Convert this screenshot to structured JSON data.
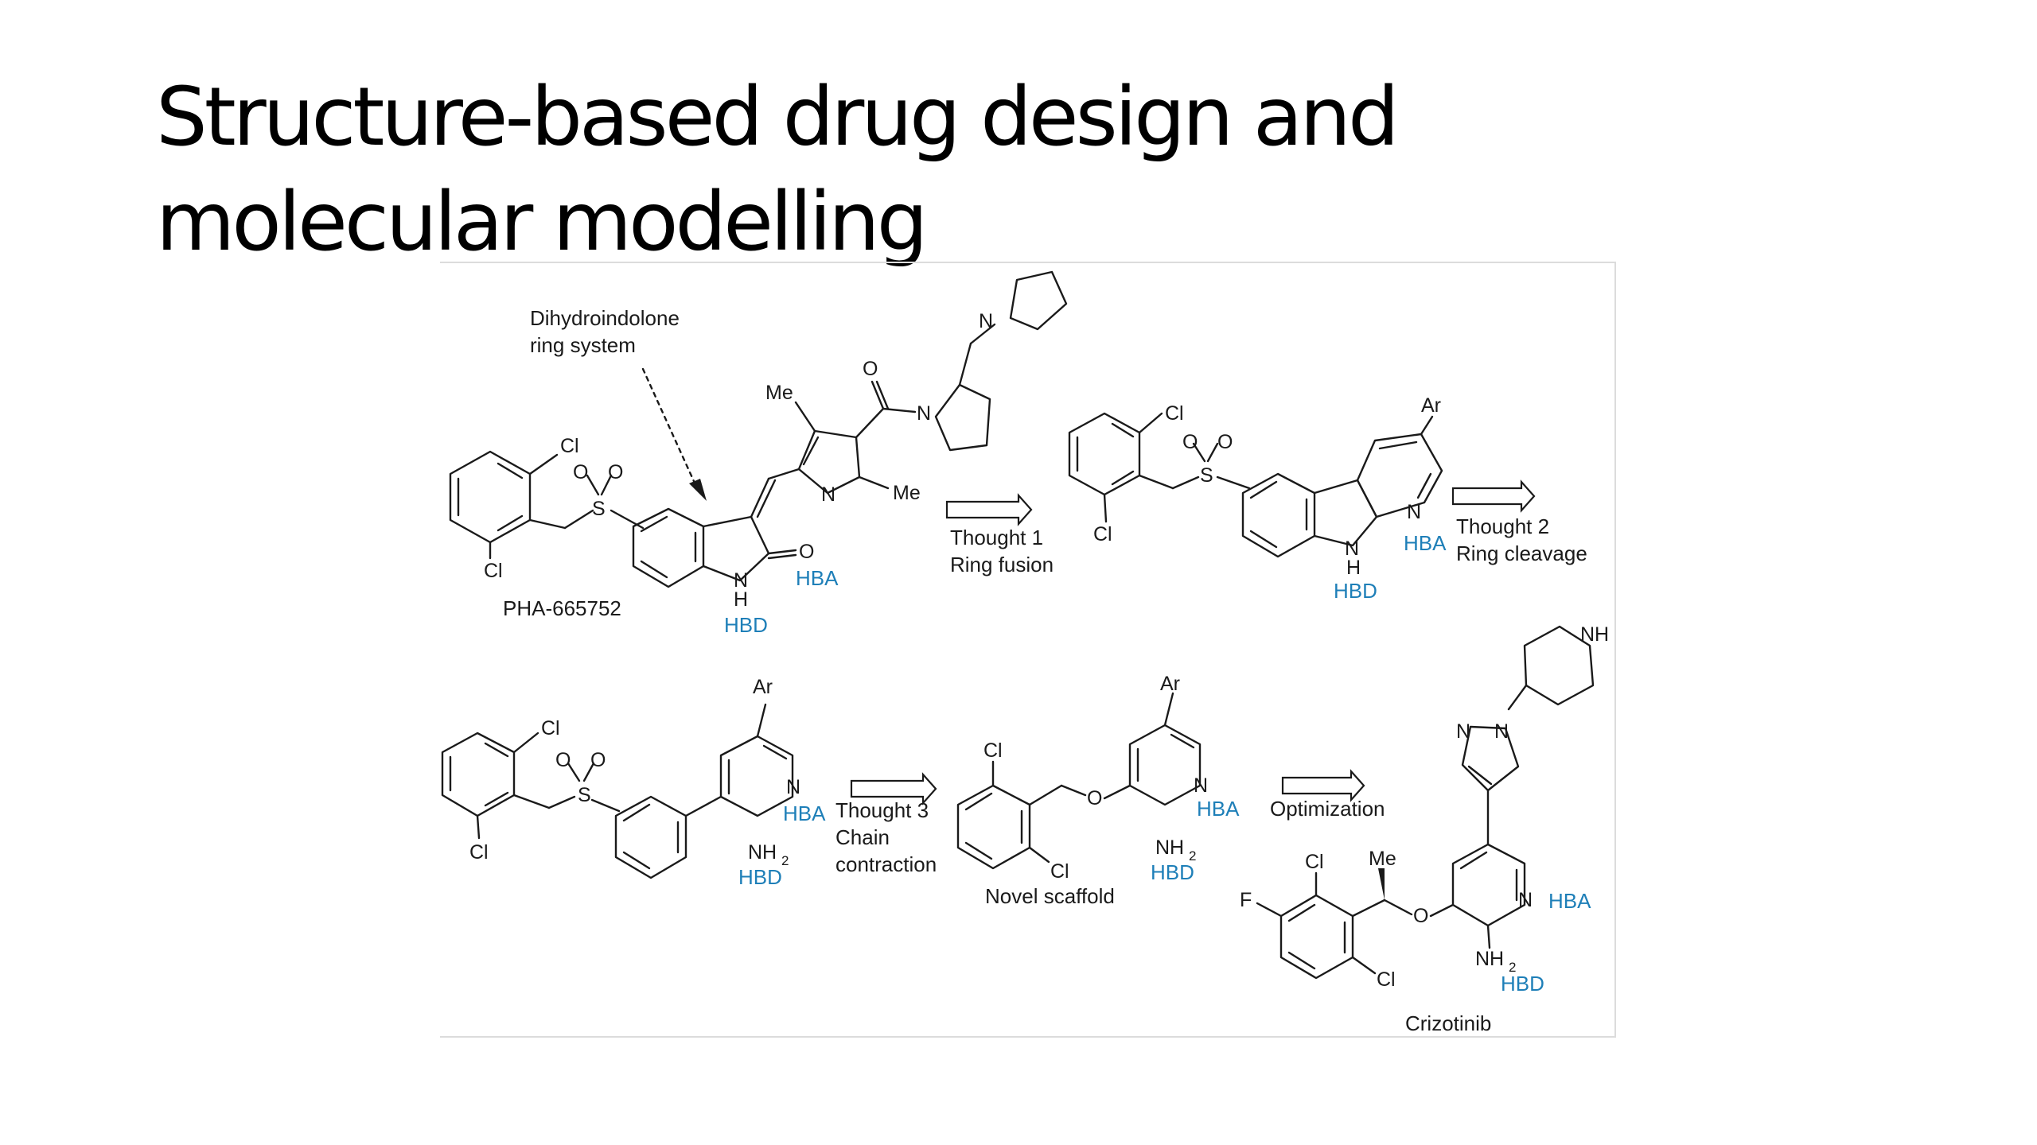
{
  "slide": {
    "title_line1": "Structure-based drug design and",
    "title_line2": "molecular modelling"
  },
  "figure": {
    "callout": {
      "line1": "Dihydroindolone",
      "line2": "ring system"
    },
    "compounds": {
      "pha": "PHA-665752",
      "novel": "Novel scaffold",
      "crizotinib": "Crizotinib"
    },
    "steps": {
      "thought1": {
        "line1": "Thought 1",
        "line2": "Ring fusion"
      },
      "thought2": {
        "line1": "Thought 2",
        "line2": "Ring cleavage"
      },
      "thought3": {
        "line1": "Thought 3",
        "line2": "Chain",
        "line3": "contraction"
      },
      "optimization": "Optimization"
    },
    "tags": {
      "hba": "HBA",
      "hbd": "HBD"
    },
    "atoms": {
      "Cl": "Cl",
      "O": "O",
      "S": "S",
      "N": "N",
      "NH": "NH",
      "H": "H",
      "Me": "Me",
      "Ar": "Ar",
      "F": "F",
      "NH2": "NH",
      "sub2": "2"
    },
    "colors": {
      "tag_blue": "#1e7fb8",
      "ink": "#1a1a1a",
      "frame": "#dcdcdc"
    }
  }
}
